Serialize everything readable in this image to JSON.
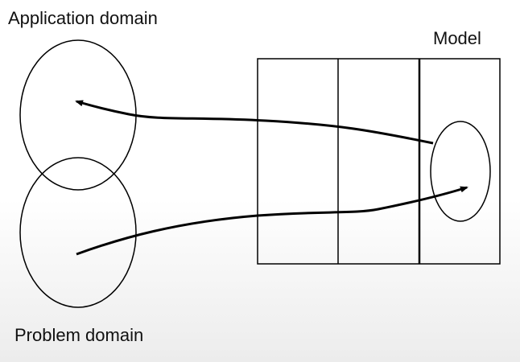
{
  "labels": {
    "application_domain": "Application domain",
    "model": "Model",
    "problem_domain": "Problem domain"
  },
  "colors": {
    "stroke": "#000000",
    "background_top": "#ffffff",
    "background_bottom": "#ececec"
  }
}
